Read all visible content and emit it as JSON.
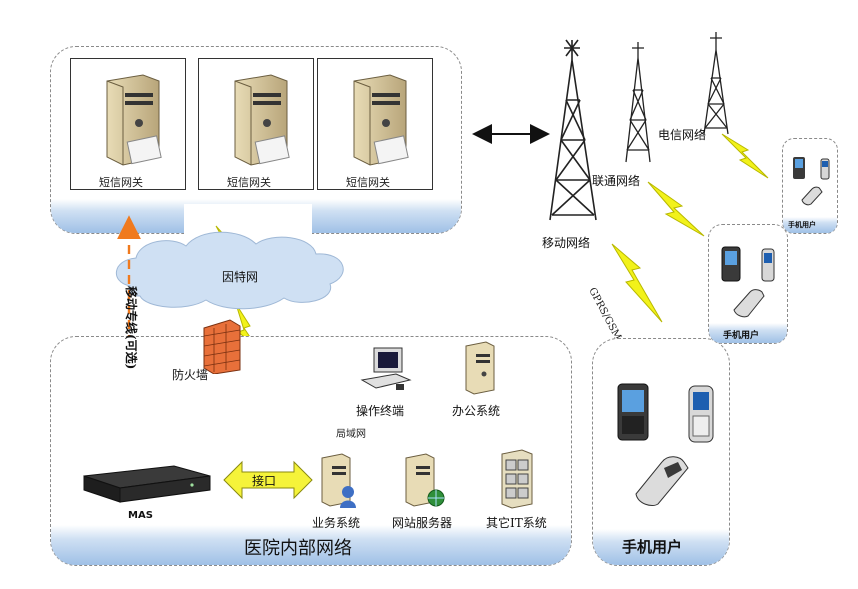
{
  "gateways": {
    "items": [
      {
        "label": "短信网关"
      },
      {
        "label": "短信网关"
      },
      {
        "label": "短信网关"
      }
    ]
  },
  "networks": {
    "mobile": "移动网络",
    "unicom": "联通网络",
    "telecom": "电信网络",
    "gprs": "GPRS/GSM",
    "internet": "因特网",
    "lan": "局域网"
  },
  "hospital": {
    "title": "医院内部网络",
    "firewall": "防火墙",
    "dedicated_line": "移动专线(可选)",
    "terminal": "操作终端",
    "office": "办公系统",
    "mas": "MAS",
    "interface": "接口",
    "business": "业务系统",
    "web_server": "网站服务器",
    "other_it": "其它IT系统"
  },
  "users": {
    "large": "手机用户",
    "medium": "手机用户",
    "small": "手机用户"
  },
  "colors": {
    "band_blue": "#9fc0e6",
    "lightning": "#f2f21a",
    "arrow_orange": "#f07a1e",
    "lan_bar": "#d6e4f5",
    "firewall": "#e8703a",
    "cloud": "#cfe0f3"
  }
}
